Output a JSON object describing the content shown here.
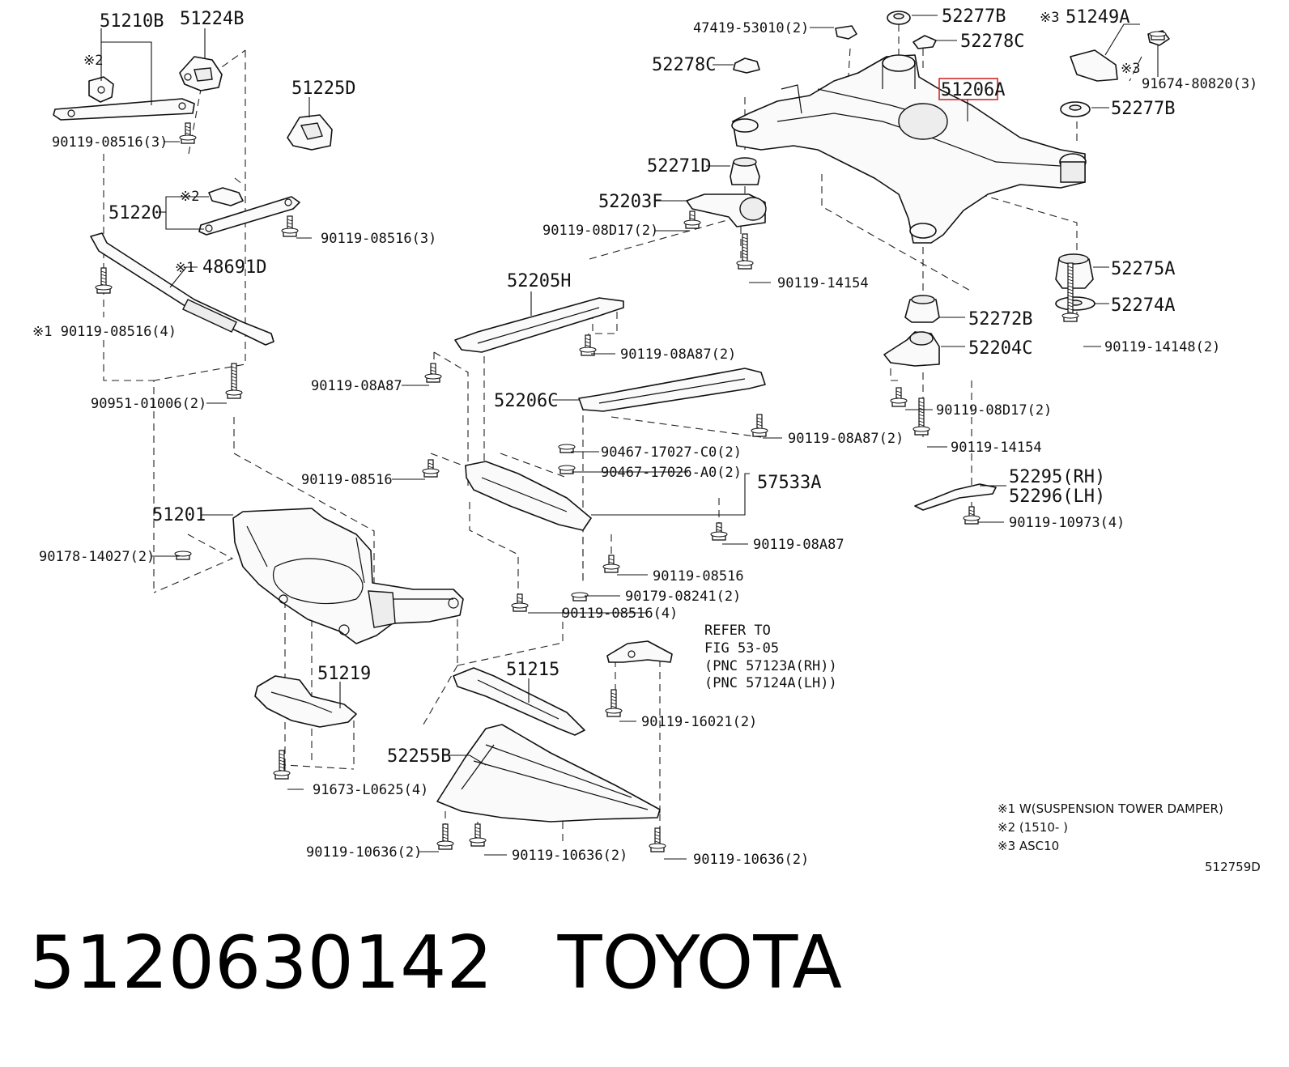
{
  "diagram": {
    "labels": {
      "p51210B": "51210B",
      "p51224B": "51224B",
      "n2a": "※2",
      "p90119_08516_3a": "90119-08516(3)",
      "p51225D": "51225D",
      "p51220": "51220",
      "n2b": "※2",
      "p90119_08516_3b": "90119-08516(3)",
      "n1a": "※1",
      "p48691D": "48691D",
      "p90119_08516_4a": "※1 90119-08516(4)",
      "p90951_01006_2": "90951-01006(2)",
      "p51201": "51201",
      "p90178_14027_2": "90178-14027(2)",
      "p51219": "51219",
      "p91673_L0625_4": "91673-L0625(4)",
      "p90119_10636_2a": "90119-10636(2)",
      "p52255B": "52255B",
      "p51215": "51215",
      "p90119_10636_2b": "90119-10636(2)",
      "p90119_10636_2c": "90119-10636(2)",
      "p90119_16021_2": "90119-16021(2)",
      "ref1": "REFER TO",
      "ref2": "FIG 53-05",
      "ref3": "(PNC 57123A(RH))",
      "ref4": "(PNC 57124A(LH))",
      "p90119_08516_4b": "90119-08516(4)",
      "p90179_08241_2": "90179-08241(2)",
      "p90119_08516b": "90119-08516",
      "p90119_08A87b": "90119-08A87",
      "p57533A": "57533A",
      "p90467_17026": "90467-17026-A0(2)",
      "p90467_17027": "90467-17027-C0(2)",
      "p90119_08516a": "90119-08516",
      "p52206C": "52206C",
      "p90119_08A87_2b": "90119-08A87(2)",
      "p90119_08A87a": "90119-08A87",
      "p90119_08A87_2a": "90119-08A87(2)",
      "p52205H": "52205H",
      "p90119_08D17_2a": "90119-08D17(2)",
      "p52203F": "52203F",
      "p90119_14154a": "90119-14154",
      "p52271D": "52271D",
      "p52278Ca": "52278C",
      "p47419": "47419-53010(2)",
      "p52277Ba": "52277B",
      "p52278Cb": "52278C",
      "n3a": "※3",
      "p51249A": "51249A",
      "n3b": "※3",
      "p91674": "91674-80820(3)",
      "p51206A": "51206A",
      "p52277Bb": "52277B",
      "p52275A": "52275A",
      "p52274A": "52274A",
      "p90119_14148_2": "90119-14148(2)",
      "p52272B": "52272B",
      "p52204C": "52204C",
      "p90119_08D17_2b": "90119-08D17(2)",
      "p90119_14154b": "90119-14154",
      "p52295": "52295(RH)",
      "p52296": "52296(LH)",
      "p90119_10973_4": "90119-10973(4)"
    },
    "notes": {
      "n1": "※1 W(SUSPENSION TOWER DAMPER)",
      "n2": "※2 (1510-        )",
      "n3": "※3 ASC10"
    },
    "catalog_number": "512759D",
    "highlight_color": "#d02a2a"
  },
  "footer": {
    "part_number": "5120630142",
    "brand": "TOYOTA"
  }
}
